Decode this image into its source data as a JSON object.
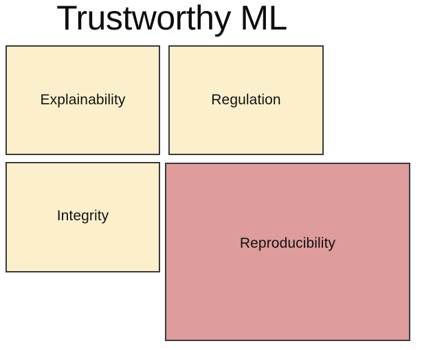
{
  "diagram": {
    "title": "Trustworthy ML",
    "type": "concept-block-diagram",
    "colors": {
      "background": "#ffffff",
      "box_fill_default": "#fbefcc",
      "box_fill_highlight": "#de9c9c",
      "box_border": "#3a3a3a",
      "title_text": "#0d0d0d",
      "label_text": "#121212"
    },
    "boxes": [
      {
        "label": "Explainability",
        "fill": "#fbefcc",
        "highlighted": false,
        "row": 1,
        "column": 1
      },
      {
        "label": "Regulation",
        "fill": "#fbefcc",
        "highlighted": false,
        "row": 1,
        "column": 2
      },
      {
        "label": "Integrity",
        "fill": "#fbefcc",
        "highlighted": false,
        "row": 2,
        "column": 1
      },
      {
        "label": "Reproducibility",
        "fill": "#de9c9c",
        "highlighted": true,
        "row": 2,
        "column": 2
      }
    ]
  }
}
